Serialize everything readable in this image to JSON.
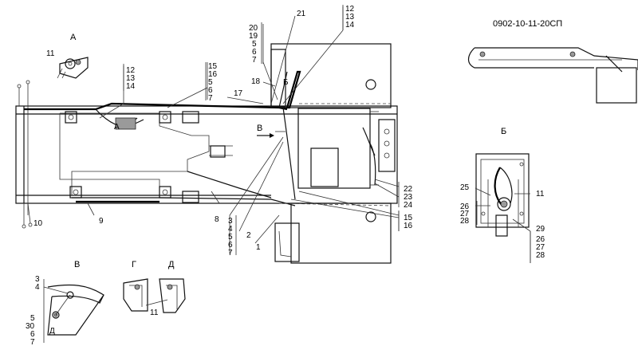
{
  "doc_code": "0902-10-11-20СП",
  "views": {
    "A": "А",
    "B": "Б",
    "V": "В",
    "G": "Г",
    "D": "Д",
    "arrow_V": "В",
    "detail_B_small": "Б",
    "detail_A_small": "А"
  },
  "callouts": {
    "top_stack_1": [
      "20",
      "19",
      "5",
      "6",
      "7"
    ],
    "top_stack_2": [
      "12",
      "13",
      "14"
    ],
    "mid_stack_left": [
      "12",
      "13",
      "14"
    ],
    "mid_stack_right": [
      "15",
      "16",
      "5",
      "6",
      "7"
    ],
    "bottom_stack": [
      "3",
      "4",
      "5",
      "6",
      "7"
    ],
    "right_stack_1": [
      "22",
      "23",
      "24"
    ],
    "right_stack_2": [
      "15",
      "16"
    ],
    "b_left": [
      "26",
      "27",
      "28"
    ],
    "b_right": [
      "26",
      "27",
      "28"
    ],
    "v_top": [
      "3",
      "4"
    ],
    "v_bottom": [
      "5",
      "30",
      "6",
      "7"
    ],
    "singles": {
      "c11a": "11",
      "c21": "21",
      "c18": "18",
      "c17": "17",
      "c10": "10",
      "c9": "9",
      "c8": "8",
      "c2": "2",
      "c1": "1",
      "c25": "25",
      "c11b": "11",
      "c29": "29",
      "c11c": "11"
    }
  }
}
